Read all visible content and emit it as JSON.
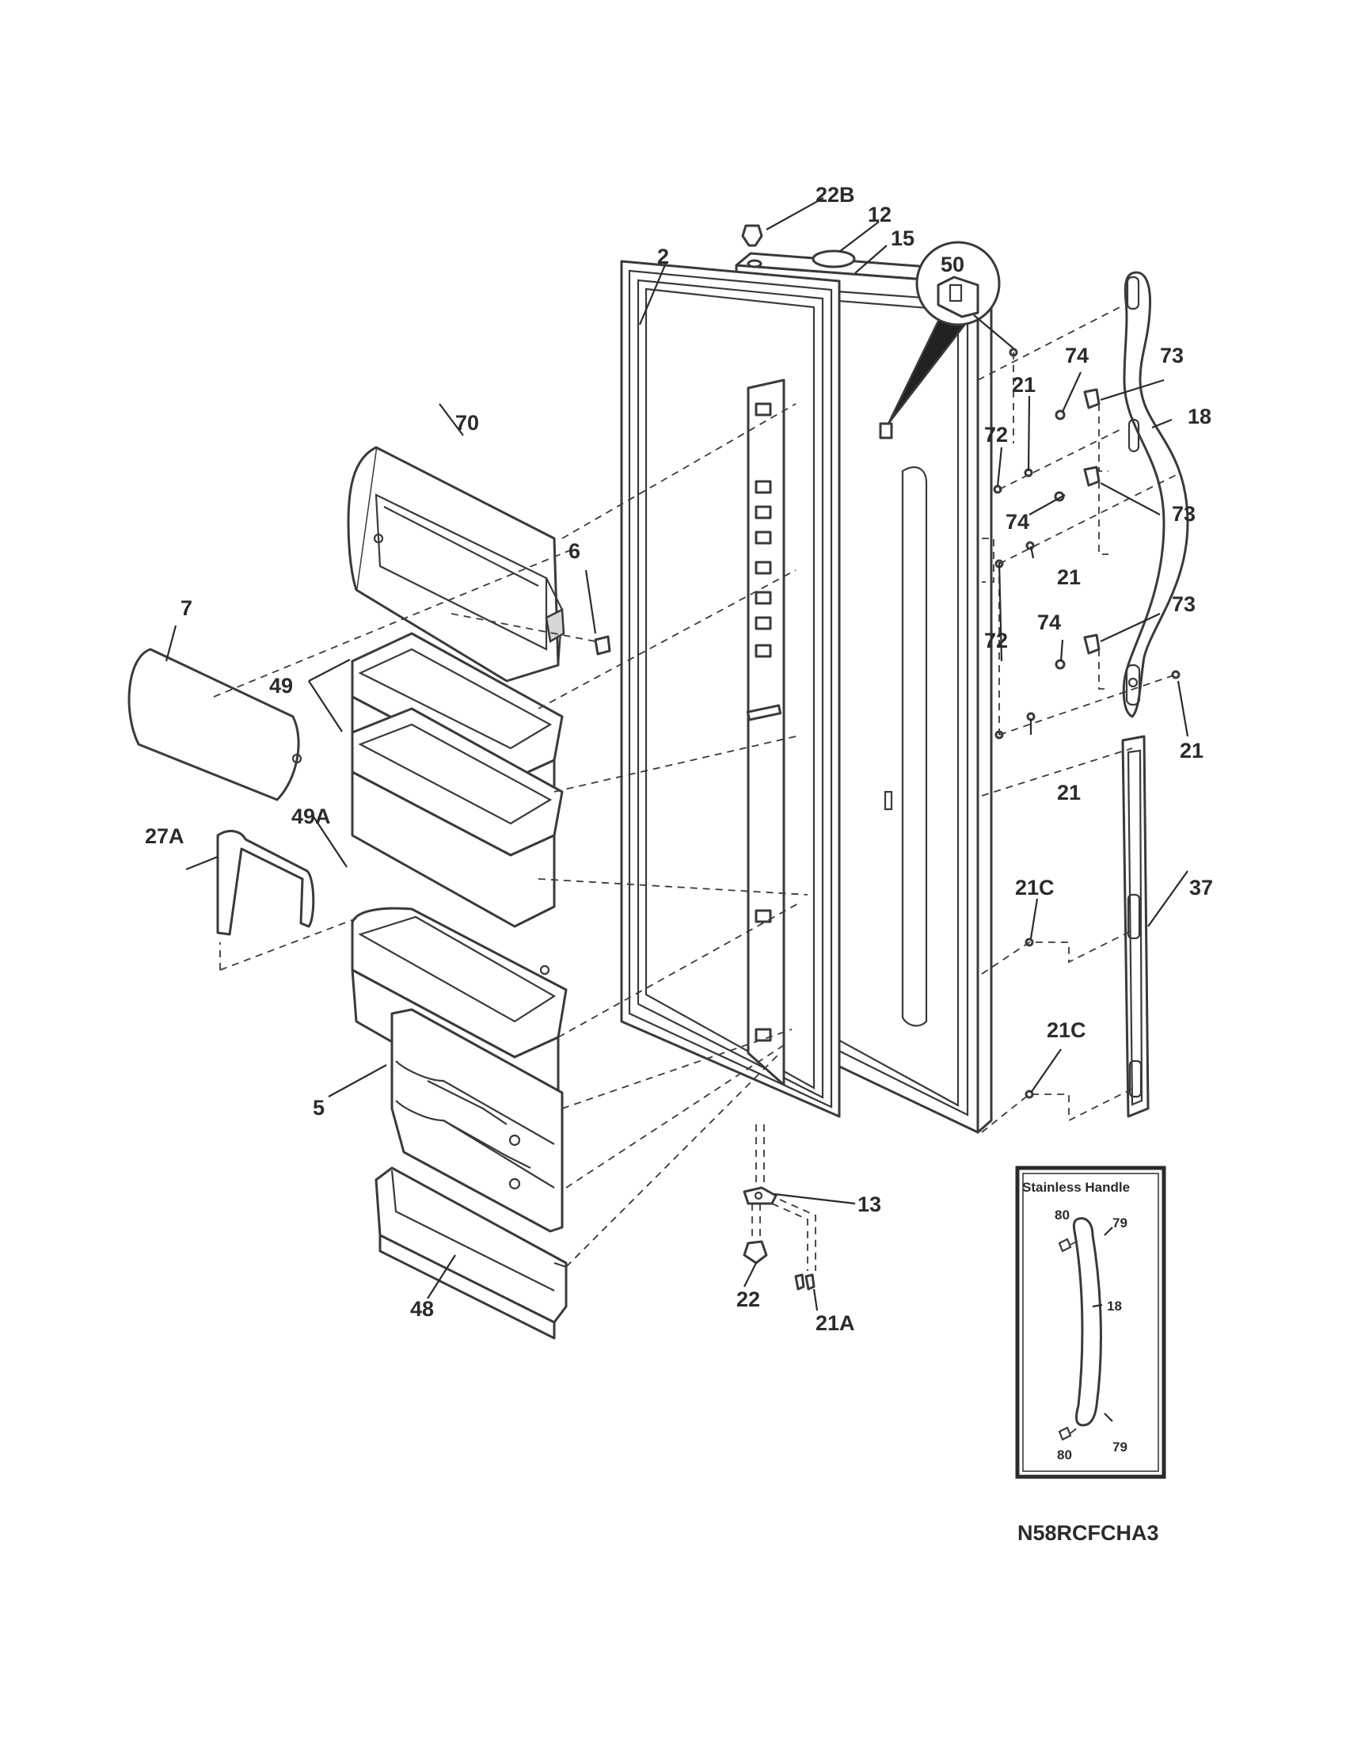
{
  "parts": {
    "p22B": "22B",
    "p12": "12",
    "p15": "15",
    "p2": "2",
    "p50": "50",
    "p74a": "74",
    "p73a": "73",
    "p18": "18",
    "p21a": "21",
    "p72a": "72",
    "p74b": "74",
    "p73b": "73",
    "p21b": "21",
    "p70": "70",
    "p6": "6",
    "p7": "7",
    "p49": "49",
    "p74c": "74",
    "p73c": "73",
    "p72b": "72",
    "p21c": "21",
    "p21d": "21",
    "p27A": "27A",
    "p49A": "49A",
    "p37": "37",
    "p21C1": "21C",
    "p21C2": "21C",
    "p5": "5",
    "p13": "13",
    "p22": "22",
    "p21A": "21A",
    "p48": "48"
  },
  "inset": {
    "title": "Stainless Handle",
    "p80a": "80",
    "p79a": "79",
    "p18": "18",
    "p80b": "80",
    "p79b": "79"
  },
  "model_code": "N58RCFCHA3"
}
